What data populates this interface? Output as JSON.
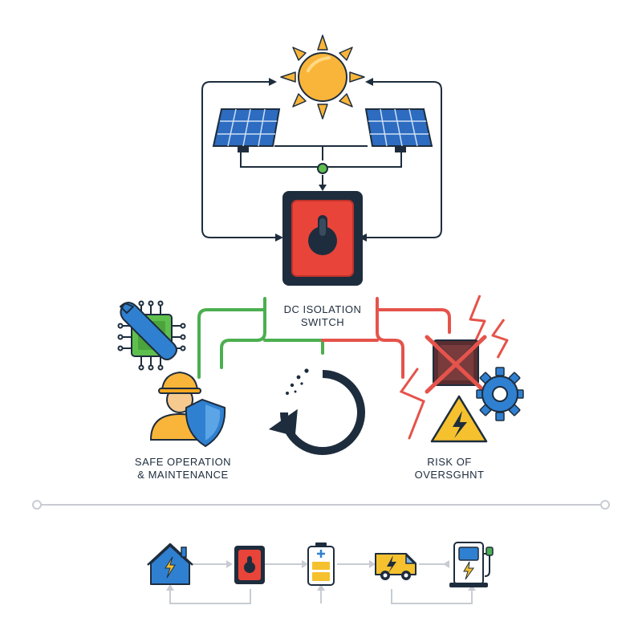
{
  "center_label": {
    "line1": "DC ISOLATION",
    "line2": "SWITCH"
  },
  "left_label": {
    "line1": "SAFE OPERATION",
    "line2": "& MAINTENANCE"
  },
  "right_label": {
    "line1": "RISK OF",
    "line2": "OVERSGHNT"
  },
  "colors": {
    "outline": "#1e2d3d",
    "safe_green": "#4caf50",
    "risk_red": "#e5534b",
    "sun_yellow": "#f9b53a",
    "panel_blue": "#2d6cc0",
    "switch_red": "#e8443a",
    "warning_yellow": "#f5c12e",
    "icon_blue": "#2f80d1",
    "divider": "#c8ccd2"
  },
  "icons": {
    "sun": "sun-icon",
    "left_panel": "solar-panel-icon",
    "right_panel": "solar-panel-icon",
    "switch": "isolation-switch-icon",
    "maintenance": "wrench-chip-icon",
    "worker": "worker-shield-icon",
    "cycle": "cycle-arrow-icon",
    "fault": "broken-box-lightning-icon",
    "warning": "warning-triangle-icon",
    "gear": "gear-icon",
    "bottom_flow": [
      "house-icon",
      "switch-icon",
      "battery-icon",
      "ev-van-icon",
      "charging-station-icon"
    ]
  }
}
